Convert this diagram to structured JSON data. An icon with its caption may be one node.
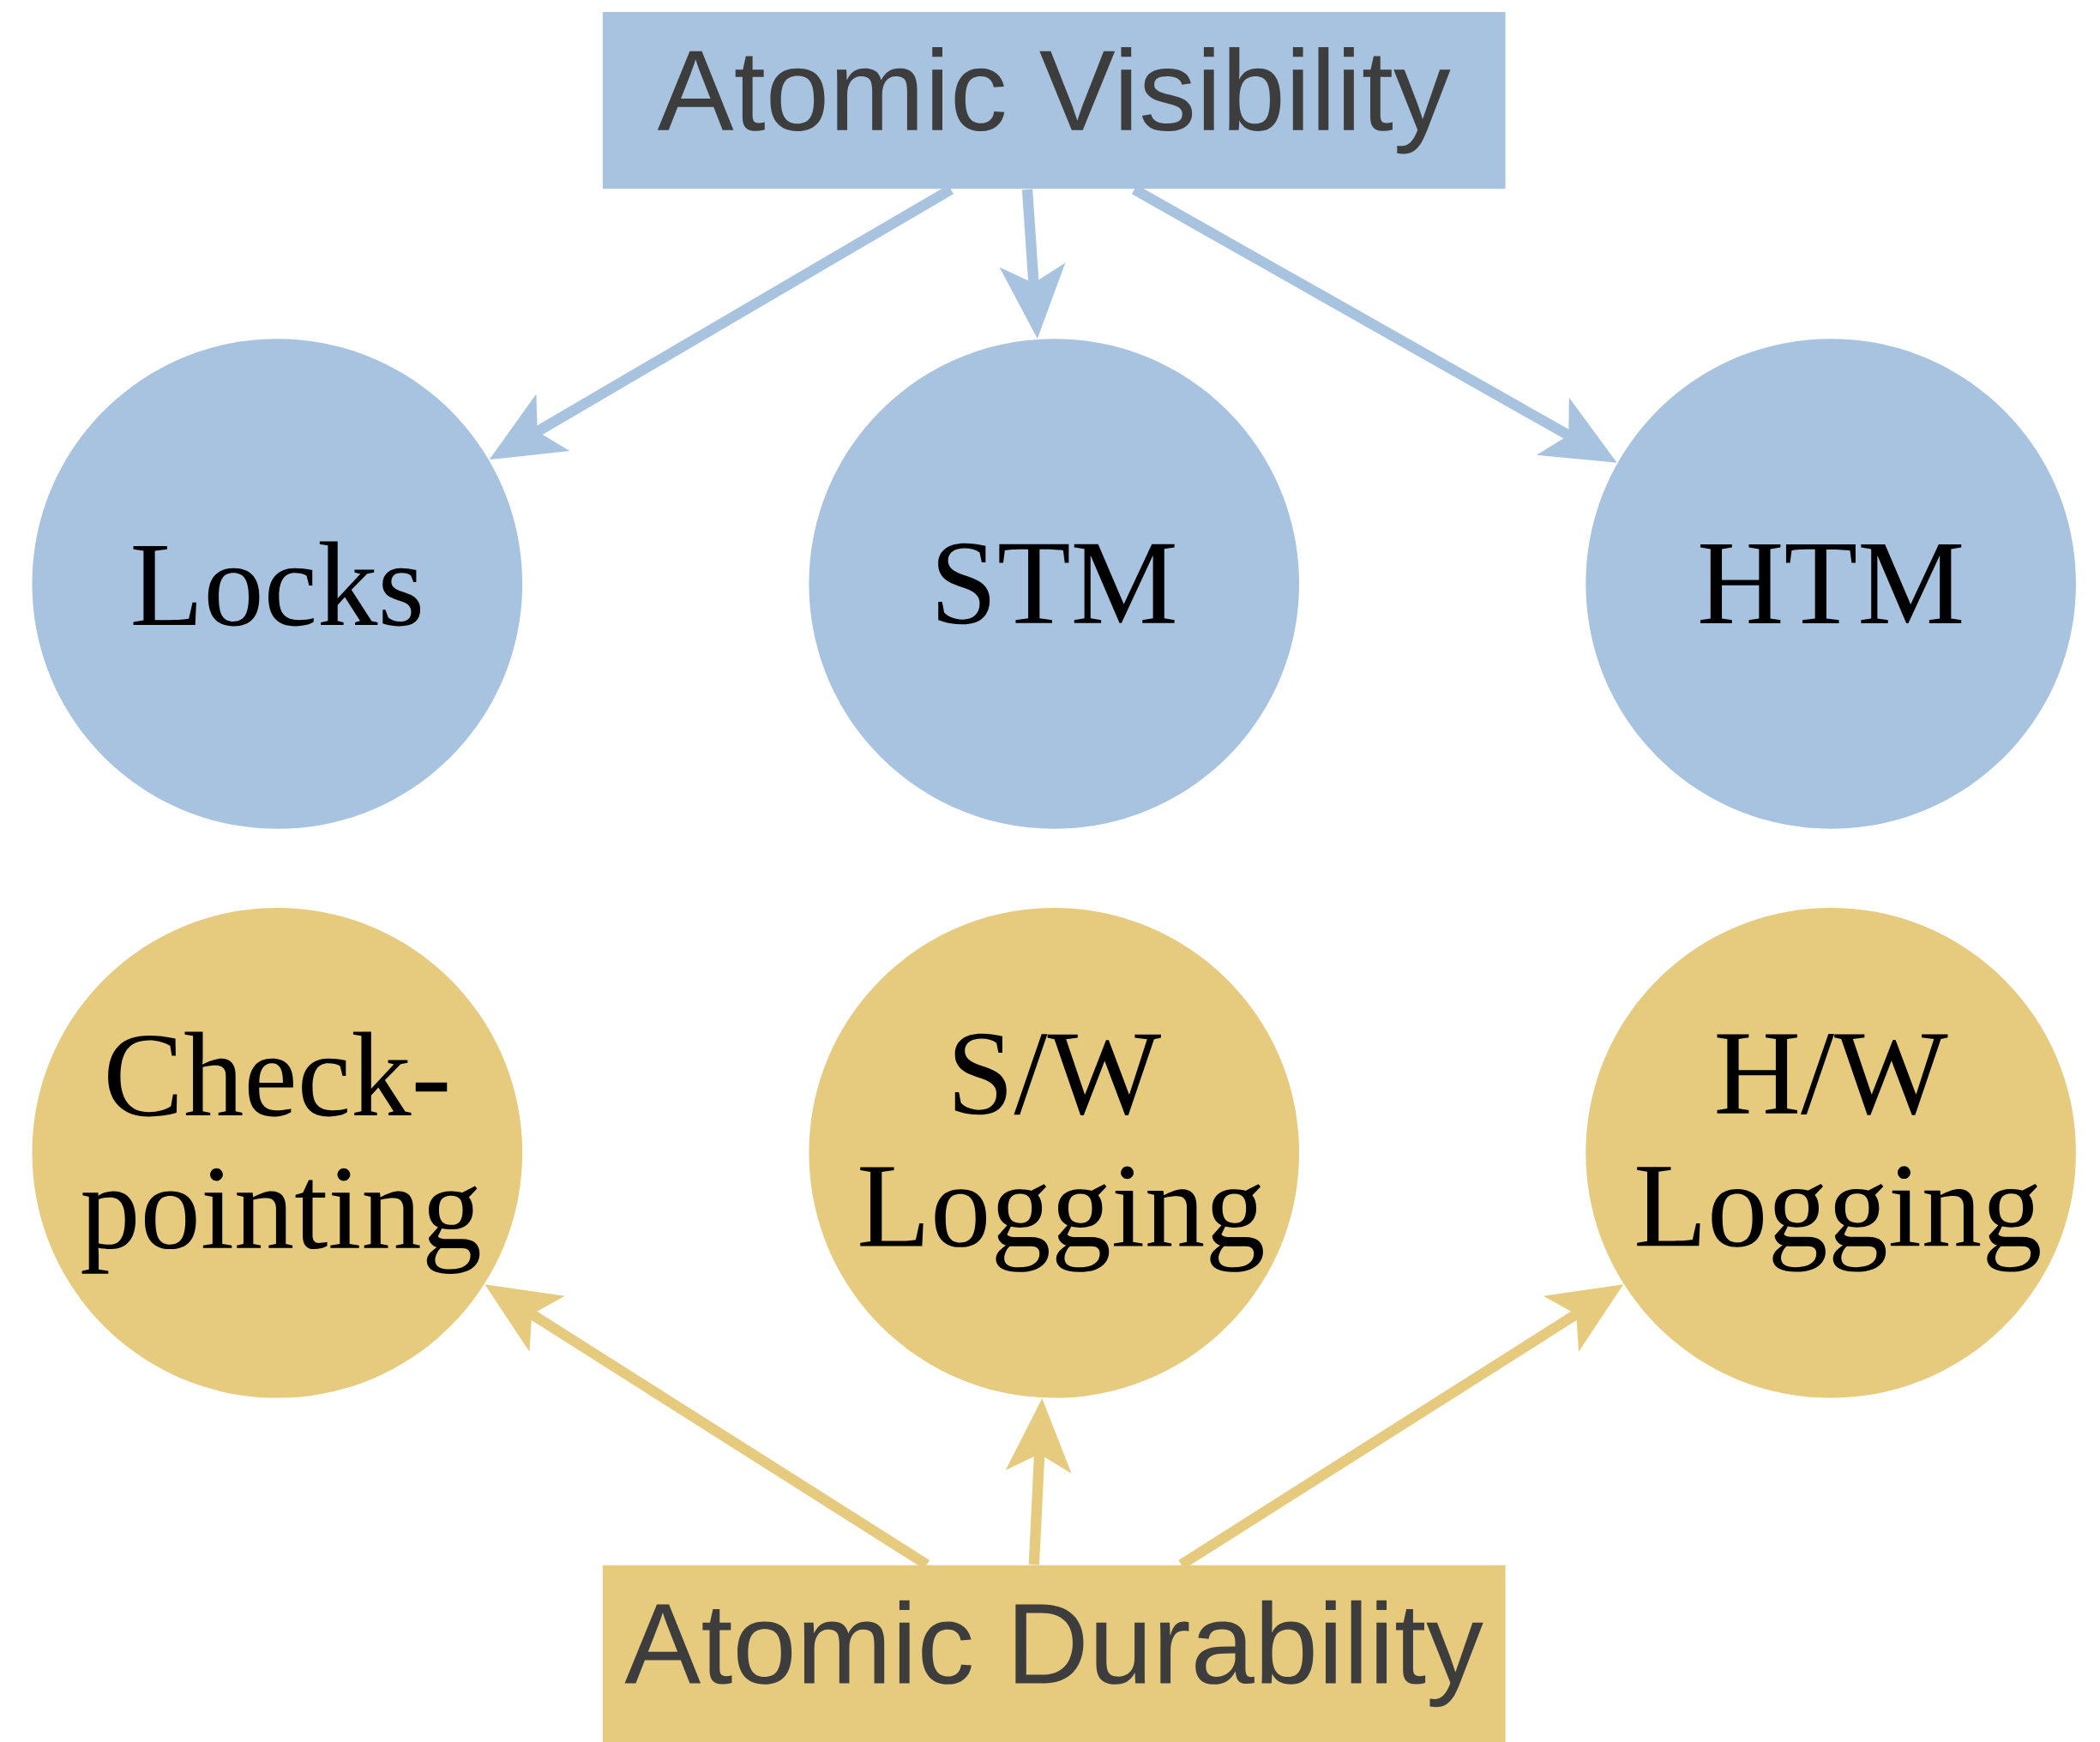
{
  "diagram": {
    "nodes": [
      {
        "text": [
          "Atomic Visibility"
        ]
      },
      {
        "text": [
          "Locks"
        ]
      },
      {
        "text": [
          "STM"
        ]
      },
      {
        "text": [
          "HTM"
        ]
      },
      {
        "text": [
          "Check- pointing"
        ]
      },
      {
        "text": [
          "S/W Logging"
        ]
      },
      {
        "text": [
          "H/W Logging"
        ]
      },
      {
        "text": [
          "Atomic Durability"
        ]
      }
    ],
    "edges": [
      {
        "from": 0,
        "to": 1,
        "arrow": "to",
        "color": "#a8c3df"
      },
      {
        "from": 0,
        "to": 2,
        "arrow": "to",
        "color": "#a8c3df"
      },
      {
        "from": 0,
        "to": 3,
        "arrow": "to",
        "color": "#a8c3df"
      },
      {
        "from": 7,
        "to": 4,
        "arrow": "to",
        "color": "#e6ca7e"
      },
      {
        "from": 7,
        "to": 5,
        "arrow": "to",
        "color": "#e6ca7e"
      },
      {
        "from": 7,
        "to": 6,
        "arrow": "to",
        "color": "#e6ca7e"
      }
    ]
  }
}
